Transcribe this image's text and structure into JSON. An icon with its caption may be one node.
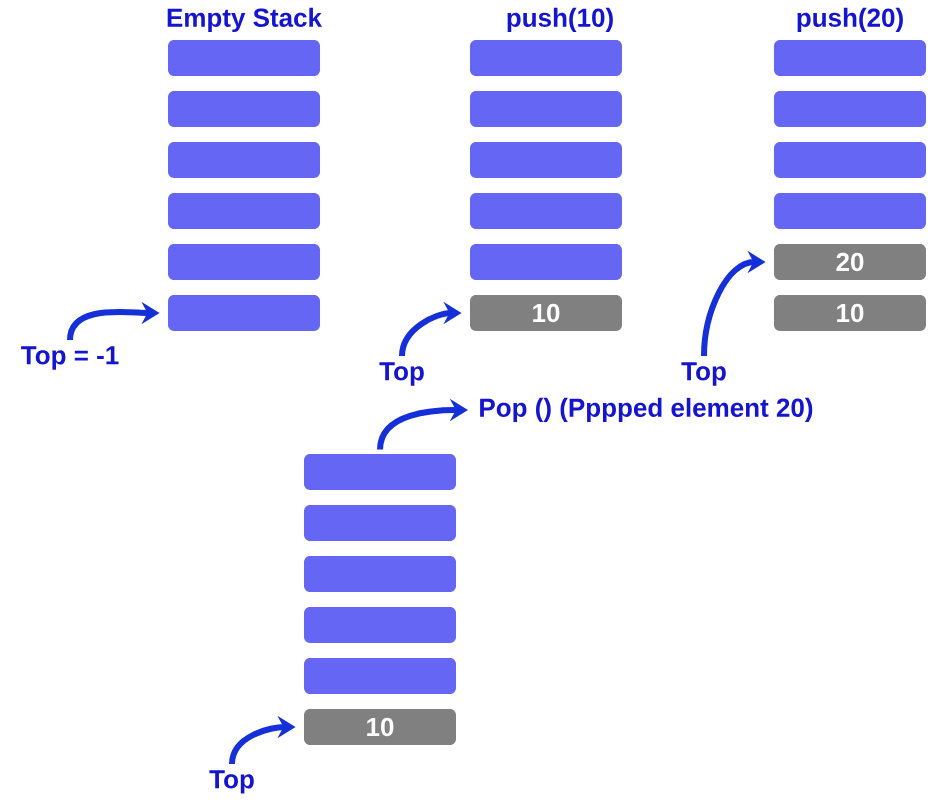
{
  "diagram": {
    "nodes": [
      {
        "text": [],
        "shape": "box"
      },
      {
        "text": [],
        "shape": "box"
      },
      {
        "text": [],
        "shape": "box"
      },
      {
        "text": [],
        "shape": "box"
      },
      {
        "text": [],
        "shape": "box"
      },
      {
        "text": [],
        "shape": "box"
      },
      {
        "text": [
          "Top = -1"
        ]
      },
      {
        "text": [],
        "shape": "box"
      },
      {
        "text": [],
        "shape": "box"
      },
      {
        "text": [],
        "shape": "box"
      },
      {
        "text": [],
        "shape": "box"
      },
      {
        "text": [],
        "shape": "box"
      },
      {
        "text": [
          "10"
        ]
      },
      {
        "text": [
          "Top"
        ]
      },
      {
        "text": [],
        "shape": "box"
      },
      {
        "text": [],
        "shape": "box"
      },
      {
        "text": [],
        "shape": "box"
      },
      {
        "text": [],
        "shape": "box"
      },
      {
        "text": [
          "20"
        ]
      },
      {
        "text": [
          "10"
        ]
      },
      {
        "text": [
          "Top"
        ]
      },
      {
        "text": [
          "Pop () (Pppped element 20)"
        ]
      },
      {
        "text": [],
        "shape": "box"
      },
      {
        "text": [],
        "shape": "box"
      },
      {
        "text": [],
        "shape": "box"
      },
      {
        "text": [],
        "shape": "box"
      },
      {
        "text": [],
        "shape": "box"
      },
      {
        "text": [
          "10"
        ]
      },
      {
        "text": [
          "Top"
        ]
      }
    ],
    "edges": [
      {
        "from": 6,
        "to": 5,
        "arrow": "to"
      },
      {
        "from": 13,
        "to": 12,
        "arrow": "to"
      },
      {
        "from": 20,
        "to": 18,
        "arrow": "to"
      },
      {
        "from": 22,
        "to": 21,
        "arrow": "to"
      },
      {
        "from": 28,
        "to": 27,
        "arrow": "to"
      }
    ],
    "labels": [
      "Empty Stack",
      "push(10)",
      "push(20)"
    ]
  }
}
